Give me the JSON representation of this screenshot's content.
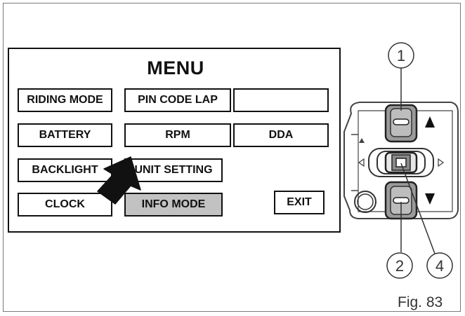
{
  "menu": {
    "title": "MENU",
    "buttons": {
      "riding_mode": "RIDING MODE",
      "pin_code_lap": "PIN CODE LAP",
      "empty_slot": "",
      "battery": "BATTERY",
      "rpm": "RPM",
      "dda": "DDA",
      "backlight": "BACKLIGHT",
      "unit_setting": "UNIT SETTING",
      "clock": "CLOCK",
      "info_mode": "INFO MODE",
      "exit": "EXIT"
    },
    "selected": "info_mode"
  },
  "callouts": {
    "c1": "1",
    "c2": "2",
    "c4": "4"
  },
  "caption": "Fig. 83",
  "colors": {
    "selected_fill": "#c2c2c2",
    "line": "#111111",
    "frame": "#7a7a7a"
  }
}
